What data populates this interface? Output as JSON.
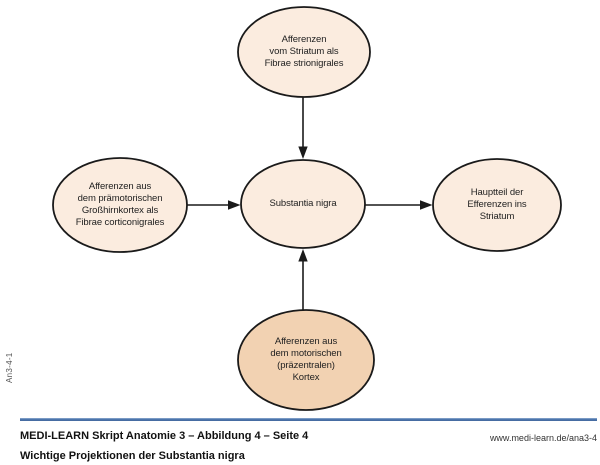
{
  "figure": {
    "side_label": "An3-4-1",
    "colors": {
      "node_fill_light": "#fbecdf",
      "node_fill_dark": "#f2d2b2",
      "node_stroke": "#1a1a1a",
      "arrow": "#1a1a1a",
      "divider_blue": "#4a74ad"
    },
    "nodes": {
      "top": {
        "text": "Afferenzen vom Striatum als Fibrae strionigrales",
        "lines": [
          "Afferenzen",
          "vom Striatum als",
          "Fibrae strionigrales"
        ],
        "fill": "light"
      },
      "left": {
        "text": "Afferenzen aus dem prämotorischen Großhirnkortex als Fibrae corticonigrales",
        "lines": [
          "Afferenzen aus",
          "dem prämotorischen",
          "Großhirnkortex als",
          "Fibrae corticonigrales"
        ],
        "fill": "light"
      },
      "center": {
        "text": "Substantia nigra",
        "lines": [
          "Substantia nigra"
        ],
        "fill": "light"
      },
      "right": {
        "text": "Hauptteil der Efferenzen ins Striatum",
        "lines": [
          "Hauptteil der",
          "Efferenzen ins",
          "Striatum"
        ],
        "fill": "light"
      },
      "bottom": {
        "text": "Afferenzen aus dem motorischen (präzentralen) Kortex",
        "lines": [
          "Afferenzen aus",
          "dem motorischen",
          "(präzentralen)",
          "Kortex"
        ],
        "fill": "dark"
      }
    },
    "edges": [
      {
        "from": "top",
        "to": "center",
        "direction": "down"
      },
      {
        "from": "left",
        "to": "center",
        "direction": "right"
      },
      {
        "from": "center",
        "to": "right",
        "direction": "right"
      },
      {
        "from": "bottom",
        "to": "center",
        "direction": "up"
      }
    ]
  },
  "footer": {
    "source_line": "MEDI-LEARN Skript Anatomie 3 – Abbildung 4 – Seite 4",
    "url": "www.medi-learn.de/ana3-4",
    "caption": "Wichtige Projektionen der Substantia nigra"
  }
}
